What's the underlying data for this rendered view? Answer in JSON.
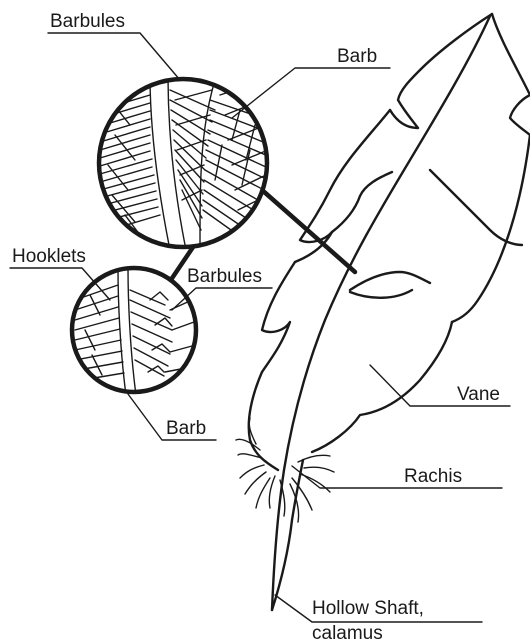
{
  "labels": {
    "barbules_top": "Barbules",
    "barb_top": "Barb",
    "hooklets": "Hooklets",
    "barbules_small": "Barbules",
    "barb_small": "Barb",
    "vane": "Vane",
    "rachis": "Rachis",
    "hollow_shaft_line1": "Hollow Shaft,",
    "hollow_shaft_line2": "calamus"
  },
  "colors": {
    "ink": "#1a1a1a",
    "background": "#ffffff"
  }
}
